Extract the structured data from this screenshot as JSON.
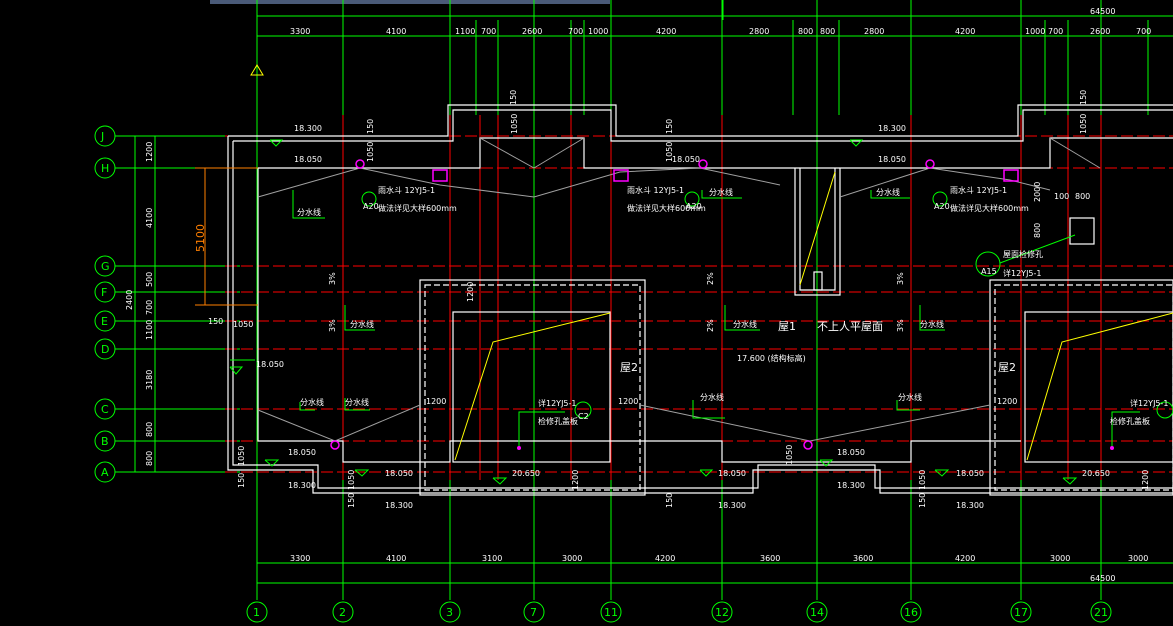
{
  "colors": {
    "background": "#000000",
    "axis_line": "#00ff00",
    "red_line": "#ff0000",
    "wall": "#ffffff",
    "slope": "#ffff00",
    "drain": "#ff00ff",
    "dim_orange": "#ff7f00",
    "toolbar": "#4a5a78"
  },
  "overall": {
    "top": "64500",
    "bottom": "64500"
  },
  "top_dims": [
    "3300",
    "4100",
    "1100",
    "700",
    "2600",
    "700",
    "1000",
    "4200",
    "2800",
    "800",
    "800",
    "2800",
    "4200",
    "1000",
    "700",
    "2600",
    "700"
  ],
  "bottom_dims": [
    "3300",
    "4100",
    "3100",
    "3000",
    "4200",
    "3600",
    "3600",
    "4200",
    "3000",
    "3000"
  ],
  "col_axes": [
    "1",
    "2",
    "3",
    "7",
    "11",
    "12",
    "14",
    "16",
    "17",
    "21"
  ],
  "row_axes": [
    "J",
    "H",
    "G",
    "F",
    "E",
    "D",
    "C",
    "B",
    "A"
  ],
  "left_dims": [
    "1200",
    "4100",
    "500",
    "700",
    "2400",
    "1100",
    "3180",
    "800",
    "800"
  ],
  "side_dim": "5100",
  "elevations": {
    "e1": "18.300",
    "e2": "18.050",
    "e3": "18.050",
    "e4": "18.300",
    "e5": "18.050",
    "e6": "18.050",
    "e7": "18.300",
    "e8": "18.050",
    "e9": "18.300",
    "e10": "18.050",
    "e11": "18.300",
    "e12": "18.050",
    "e13": "18.300",
    "e14": "20.650",
    "e15": "20.650",
    "e16": "18.050",
    "e17": "18.300",
    "e18": "18.050"
  },
  "small_dims": {
    "s150": "150",
    "s1050": "1050",
    "s1200": "1200",
    "s2000": "2000",
    "s100": "100",
    "s800": "800",
    "s3": "3%",
    "s2": "2%",
    "s1050b": "1050"
  },
  "labels": {
    "fenshuixian": "分水线",
    "drain_note_1": "雨水斗 12YJ5-1",
    "drain_note_2": "做法详见大样600mm",
    "a20": "A20",
    "a15": "A15",
    "roof1": "屋1",
    "roof_flat": "不上人平屋面",
    "roof2": "屋2",
    "struct_elev": "17.600 (结构标高)",
    "ref": "详12YJ5-1",
    "ref_note": "检修孔盖板",
    "c2": "C2",
    "roof_hatch": "屋面检修孔",
    "ref2": "详12YJ5-1"
  }
}
